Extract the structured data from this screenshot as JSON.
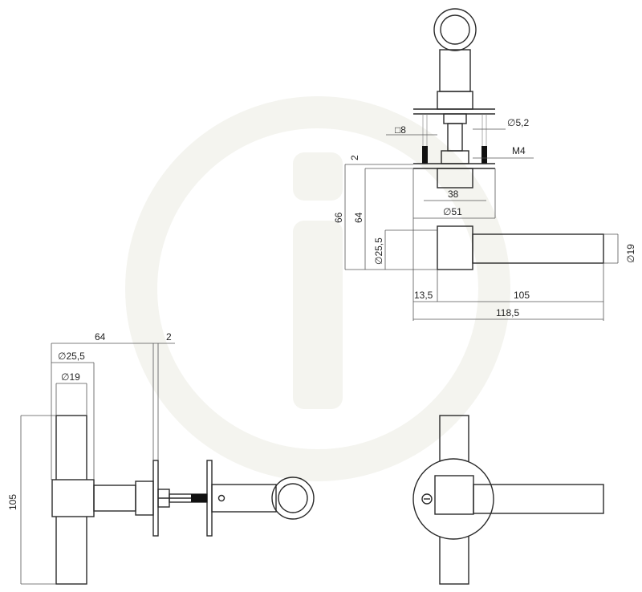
{
  "dimensions": {
    "top_view": {
      "square_8": "□8",
      "dia_5_2": "∅5,2",
      "m4": "M4",
      "gap_2": "2",
      "w_38": "38",
      "dia_51": "∅51",
      "h_66": "66",
      "h_64": "64",
      "dia_25_5": "∅25,5",
      "dia_19": "∅19",
      "len_13_5": "13,5",
      "len_105": "105",
      "len_118_5": "118,5"
    },
    "side_view": {
      "len_64": "64",
      "gap_2": "2",
      "dia_25_5": "∅25,5",
      "dia_19": "∅19",
      "h_105": "105"
    }
  },
  "colors": {
    "line": "#2a2a2a",
    "watermark": "#f4f4ef",
    "background": "#ffffff"
  }
}
